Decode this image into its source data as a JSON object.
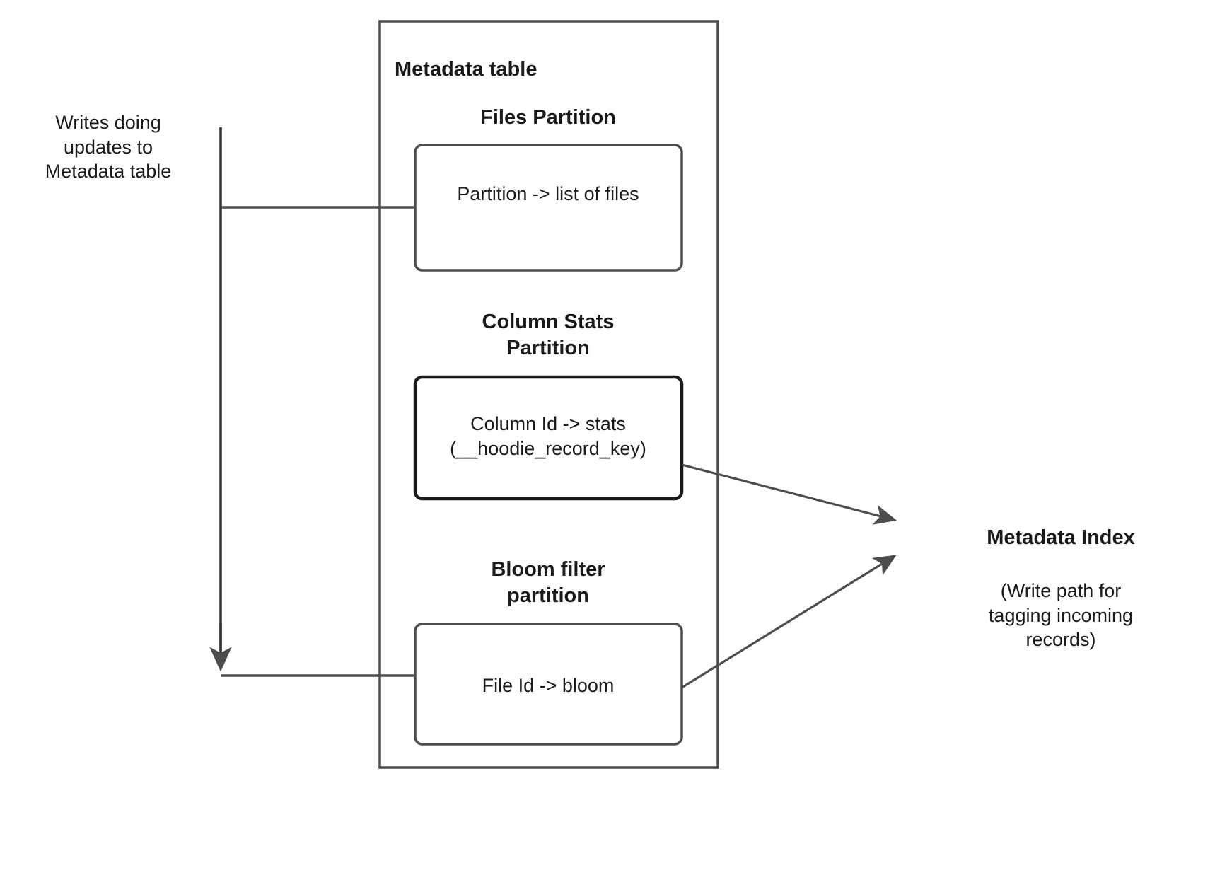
{
  "diagram": {
    "title": "Hudi Metadata table partitions and Metadata Index write path",
    "background_color": "#ffffff",
    "stroke_color": "#4d4d4d",
    "stroke_color_dark": "#1a1a1a",
    "text_color": "#1a1a1a"
  },
  "labels": {
    "writes_source": "Writes doing\nupdates to\nMetadata table",
    "metadata_table": "Metadata table",
    "metadata_index": "Metadata Index",
    "metadata_index_caption": "(Write path for\ntagging incoming\nrecords)"
  },
  "partitions": [
    {
      "id": "files",
      "title": "Files Partition",
      "box_text": "Partition -> list of files"
    },
    {
      "id": "column-stats",
      "title": "Column Stats\nPartition",
      "box_text": "Column Id  -> stats\n(__hoodie_record_key)"
    },
    {
      "id": "bloom-filter",
      "title": "Bloom filter\npartition",
      "box_text": "File Id -> bloom"
    }
  ],
  "connectors": [
    {
      "name": "writes-to-files-partition",
      "from": "writes-source",
      "to": "files-partition-box",
      "arrowhead": "none"
    },
    {
      "name": "writes-to-bloom-partition",
      "from": "writes-source",
      "to": "bloom-filter-box",
      "arrowhead": "down"
    },
    {
      "name": "column-stats-to-metadata-index",
      "from": "column-stats-box",
      "to": "metadata-index",
      "arrowhead": "right"
    },
    {
      "name": "bloom-filter-to-metadata-index",
      "from": "bloom-filter-box",
      "to": "metadata-index",
      "arrowhead": "right"
    }
  ]
}
